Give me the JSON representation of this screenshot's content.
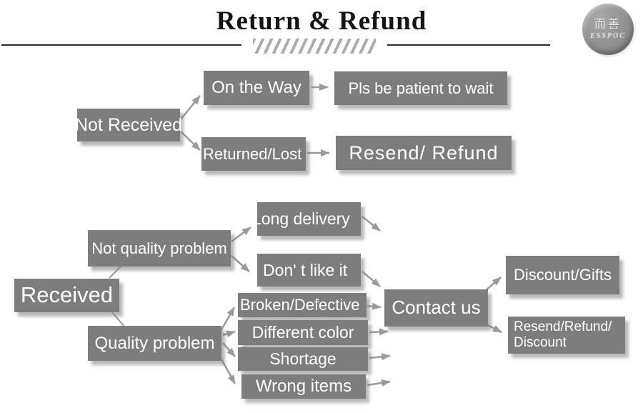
{
  "header": {
    "title": "Return & Refund"
  },
  "logo": {
    "chinese": "而善",
    "brand": "ESSPOC"
  },
  "colors": {
    "box_fill": "#7d7d7d",
    "box_text": "#ffffff",
    "connector": "#9a9a9a",
    "title_ink": "#141414",
    "rule_ink": "#2b2b2b",
    "hatch_ink": "#ababab"
  },
  "flowchart": {
    "not_received": {
      "label": "Not Received"
    },
    "on_the_way": {
      "label": "On the Way"
    },
    "pls_wait": {
      "label": "Pls be patient to wait"
    },
    "returned_lost": {
      "label": "Returned/Lost"
    },
    "resend_refund": {
      "label": "Resend/ Refund"
    },
    "received": {
      "label": "Received"
    },
    "not_quality_problem": {
      "label": "Not quality problem"
    },
    "long_delivery": {
      "label": "Long delivery"
    },
    "dont_like_it": {
      "label": "Don' t like it"
    },
    "quality_problem": {
      "label": "Quality problem"
    },
    "broken_defective": {
      "label": "Broken/Defective"
    },
    "different_color": {
      "label": "Different color"
    },
    "shortage": {
      "label": "Shortage"
    },
    "wrong_items": {
      "label": "Wrong items"
    },
    "contact_us": {
      "label": "Contact us"
    },
    "discount_gifts": {
      "label": "Discount/Gifts"
    },
    "resend_refund_discount": {
      "label": "Resend/Refund/\nDiscount"
    }
  }
}
